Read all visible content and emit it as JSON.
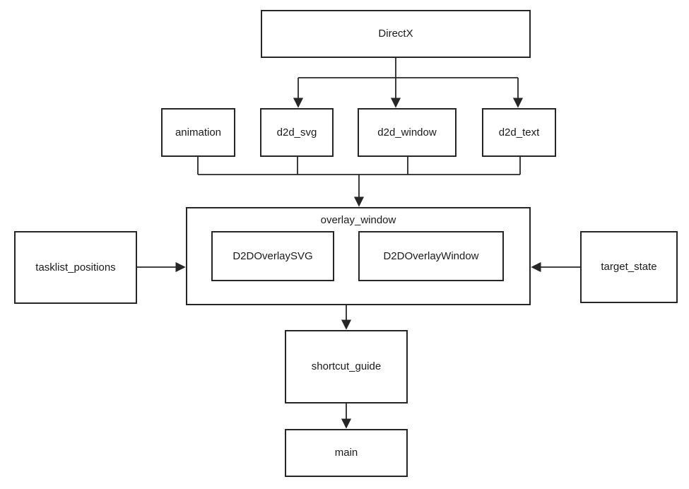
{
  "diagram": {
    "background_color": "#ffffff",
    "line_color": "#262626",
    "text_color": "#1a1a1a",
    "nodes": {
      "directx": {
        "label": "DirectX"
      },
      "animation": {
        "label": "animation"
      },
      "d2d_svg": {
        "label": "d2d_svg"
      },
      "d2d_window": {
        "label": "d2d_window"
      },
      "d2d_text": {
        "label": "d2d_text"
      },
      "overlay_window": {
        "label": "overlay_window"
      },
      "d2d_overlay_svg": {
        "label": "D2DOverlaySVG"
      },
      "d2d_overlay_window": {
        "label": "D2DOverlayWindow"
      },
      "tasklist_positions": {
        "label": "tasklist_positions"
      },
      "target_state": {
        "label": "target_state"
      },
      "shortcut_guide": {
        "label": "shortcut_guide"
      },
      "main": {
        "label": "main"
      }
    },
    "edges": [
      {
        "from": "DirectX",
        "to": "d2d_svg",
        "arrow": true
      },
      {
        "from": "DirectX",
        "to": "d2d_window",
        "arrow": true
      },
      {
        "from": "DirectX",
        "to": "d2d_text",
        "arrow": true
      },
      {
        "from": "animation",
        "to": "overlay_window",
        "arrow": true
      },
      {
        "from": "d2d_svg",
        "to": "overlay_window",
        "arrow": true
      },
      {
        "from": "d2d_window",
        "to": "overlay_window",
        "arrow": true
      },
      {
        "from": "d2d_text",
        "to": "overlay_window",
        "arrow": true
      },
      {
        "from": "tasklist_positions",
        "to": "overlay_window",
        "arrow": true
      },
      {
        "from": "target_state",
        "to": "overlay_window",
        "arrow": true
      },
      {
        "from": "overlay_window",
        "to": "shortcut_guide",
        "arrow": true
      },
      {
        "from": "shortcut_guide",
        "to": "main",
        "arrow": true
      }
    ]
  }
}
